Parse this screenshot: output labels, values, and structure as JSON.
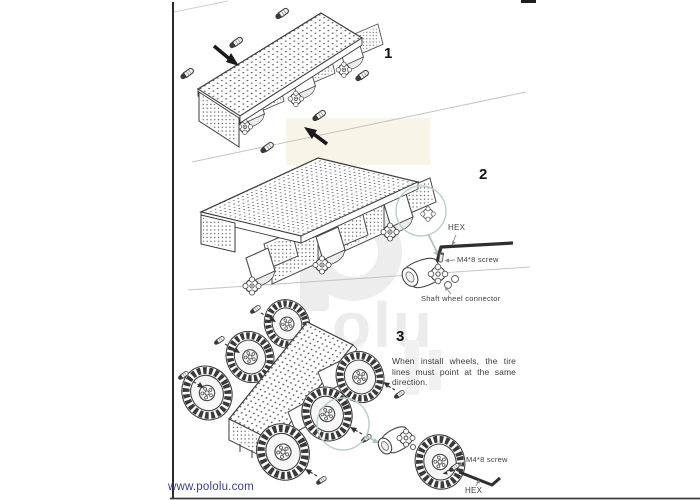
{
  "page": {
    "website_text": "www.pololu.com",
    "colors": {
      "ink": "#3a3a3a",
      "link_blue": "#3a3a96",
      "callout_green": "#aecdbc",
      "separator_gray": "#c4c4c4",
      "watermark_gray": "#ededed",
      "watermark_cream": "#f7f2e3"
    }
  },
  "steps": {
    "step1": {
      "number": "1"
    },
    "step2": {
      "number": "2",
      "hex_label": "HEX",
      "screw_label": "M4*8 screw",
      "connector_label": "Shaft wheel connector"
    },
    "step3": {
      "number": "3",
      "note": "When install wheels, the tire lines must point at the same direction.",
      "screw_label": "M4*8 screw",
      "hex_label": "HEX"
    }
  }
}
